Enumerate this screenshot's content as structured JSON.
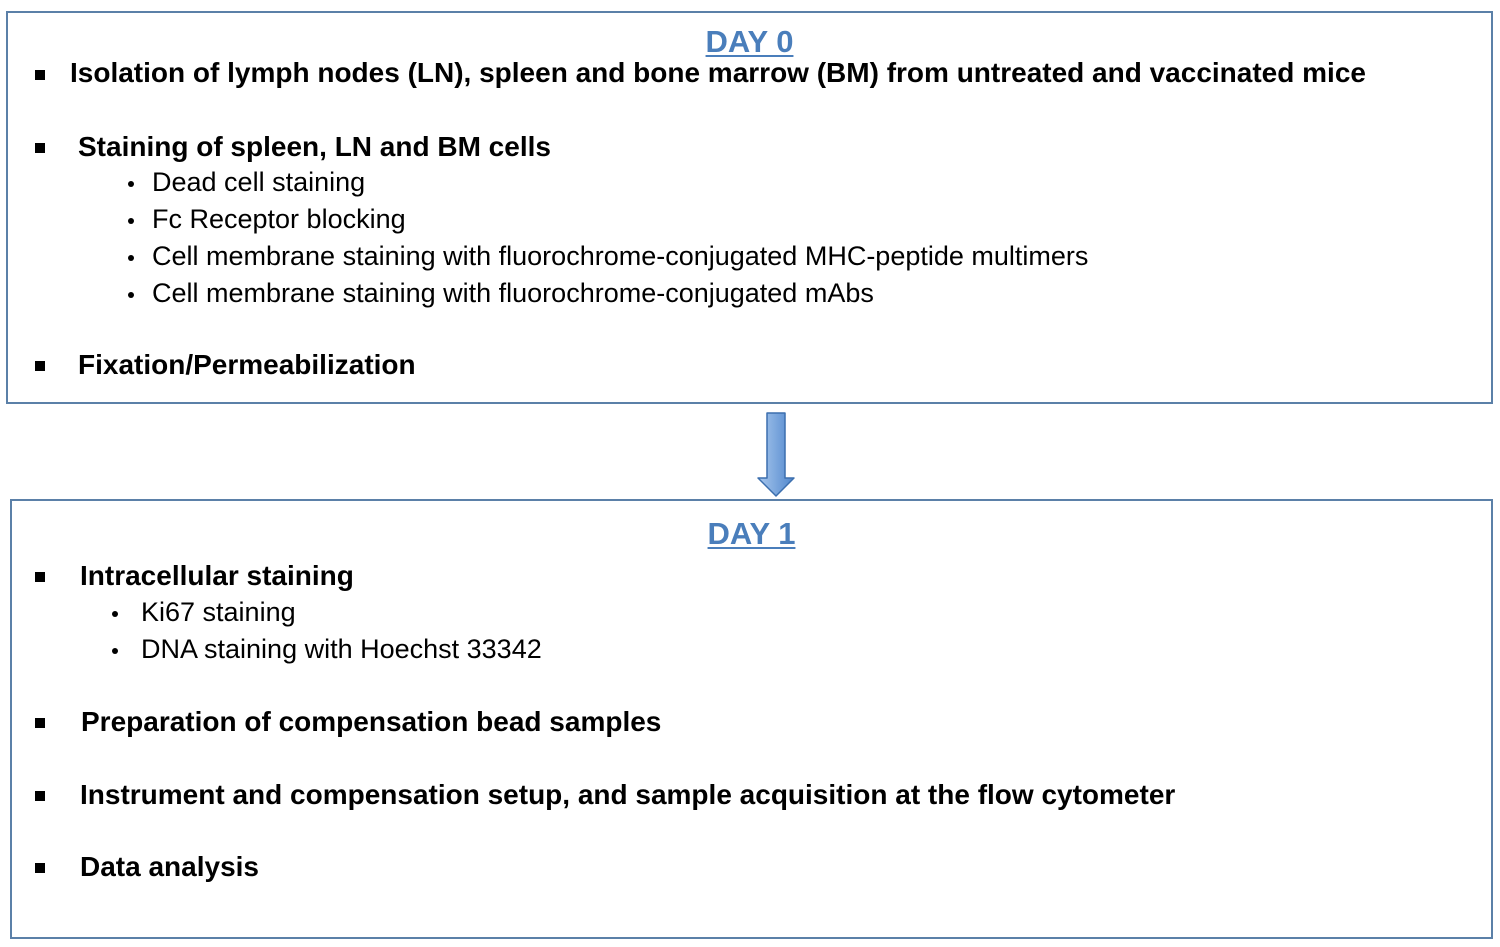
{
  "colors": {
    "border": "#5b80a8",
    "title": "#4a7ebb",
    "arrow_fill_light": "#a9c8ee",
    "arrow_fill_dark": "#4f86cc",
    "arrow_stroke": "#3c6fae"
  },
  "day0": {
    "title": "DAY 0",
    "items": [
      {
        "label": "Isolation of lymph nodes (LN), spleen and bone marrow (BM) from untreated and vaccinated mice"
      },
      {
        "label": "Staining of spleen, LN and BM cells",
        "subitems": [
          "Dead cell staining",
          "Fc Receptor blocking",
          "Cell membrane staining with fluorochrome-conjugated MHC-peptide multimers",
          "Cell membrane staining with fluorochrome-conjugated mAbs"
        ]
      },
      {
        "label": "Fixation/Permeabilization"
      }
    ]
  },
  "day1": {
    "title": "DAY 1",
    "items": [
      {
        "label": "Intracellular staining",
        "subitems": [
          "Ki67 staining",
          "DNA staining with Hoechst 33342"
        ]
      },
      {
        "label": "Preparation of compensation bead samples"
      },
      {
        "label": "Instrument and compensation setup, and sample acquisition at the flow cytometer"
      },
      {
        "label": "Data analysis"
      }
    ]
  }
}
